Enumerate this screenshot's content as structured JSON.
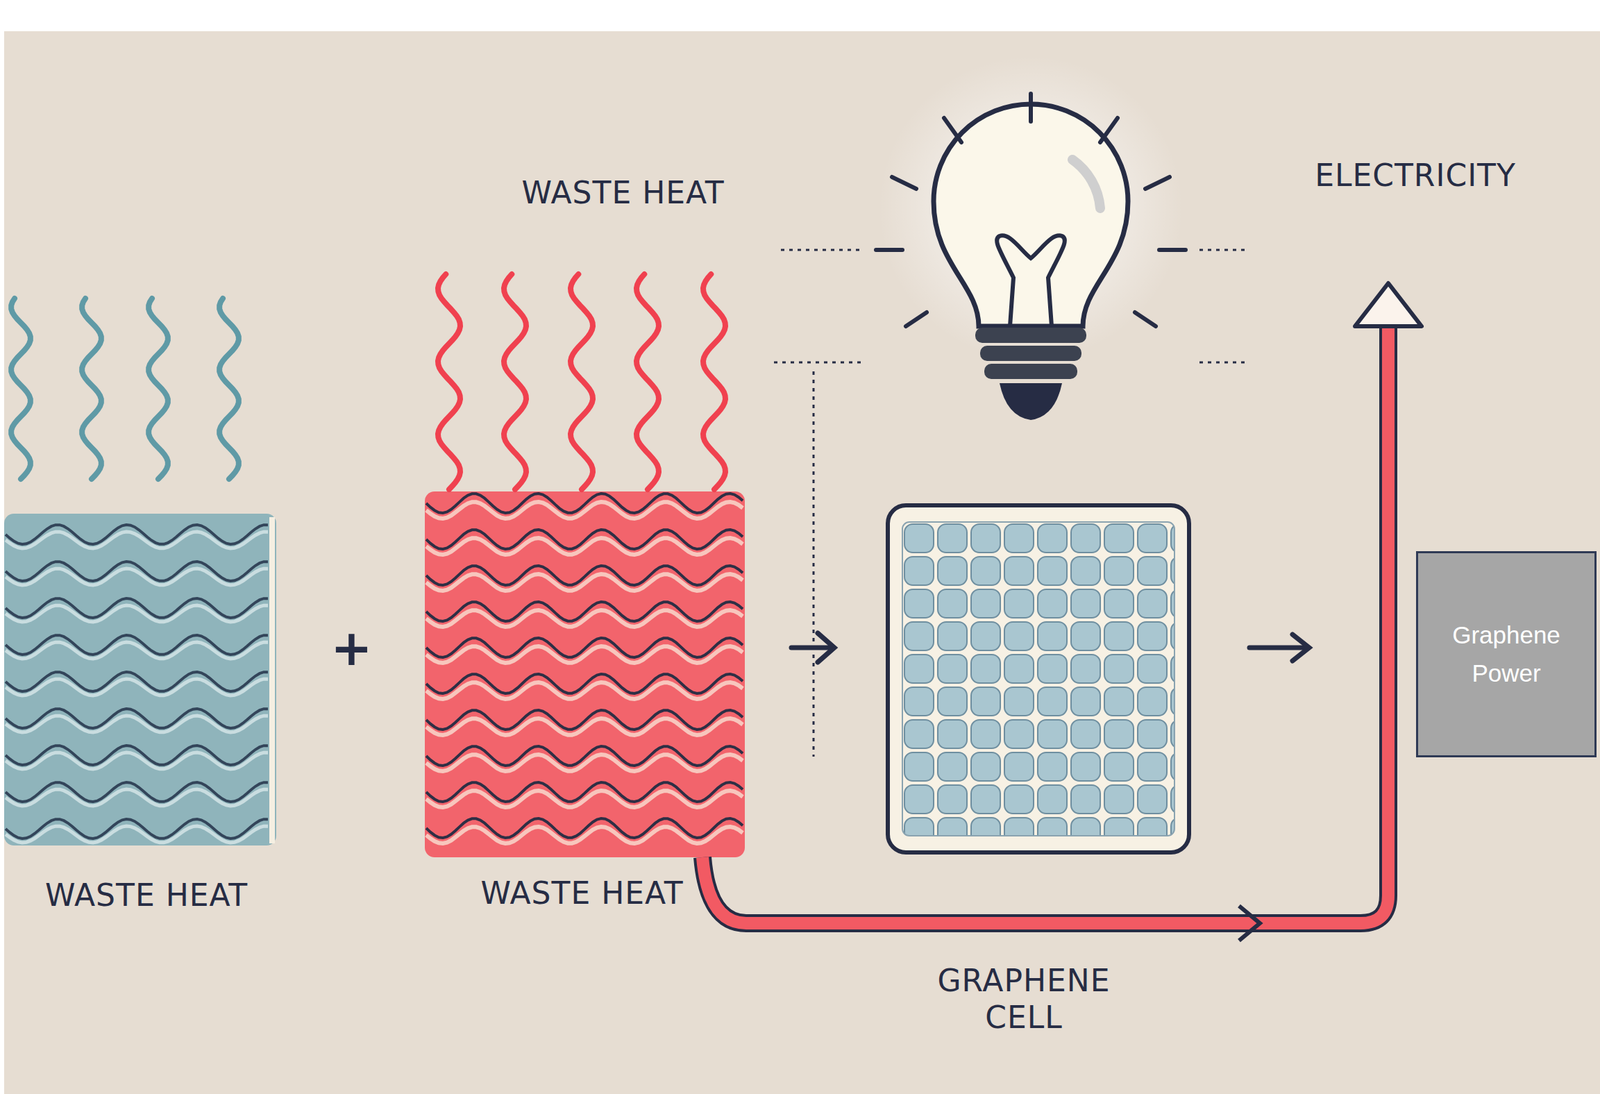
{
  "diagram": {
    "nodes": [
      {
        "text": [
          "WASTE HEAT"
        ]
      },
      {
        "text": [
          "WASTE HEAT",
          "WASTE HEAT"
        ]
      },
      {
        "text": [
          "Graphene Power"
        ]
      }
    ],
    "labels": [
      "+",
      "ELECTRICITY",
      "GRAPHENE CELL"
    ]
  }
}
